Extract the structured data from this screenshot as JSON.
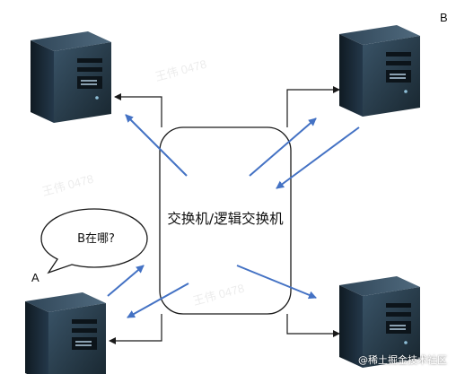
{
  "diagram": {
    "switch_label": "交换机/逻辑交换机",
    "bubble_text": "B在哪?",
    "host_label_b": "B",
    "host_label_a": "A",
    "footer_watermark": "@稀土掘金技术社区",
    "colors": {
      "arrow_blue": "#4472c4",
      "connector": "#1a1a1a",
      "server_body": "#1c2a36",
      "server_face": "#2c4052"
    }
  }
}
